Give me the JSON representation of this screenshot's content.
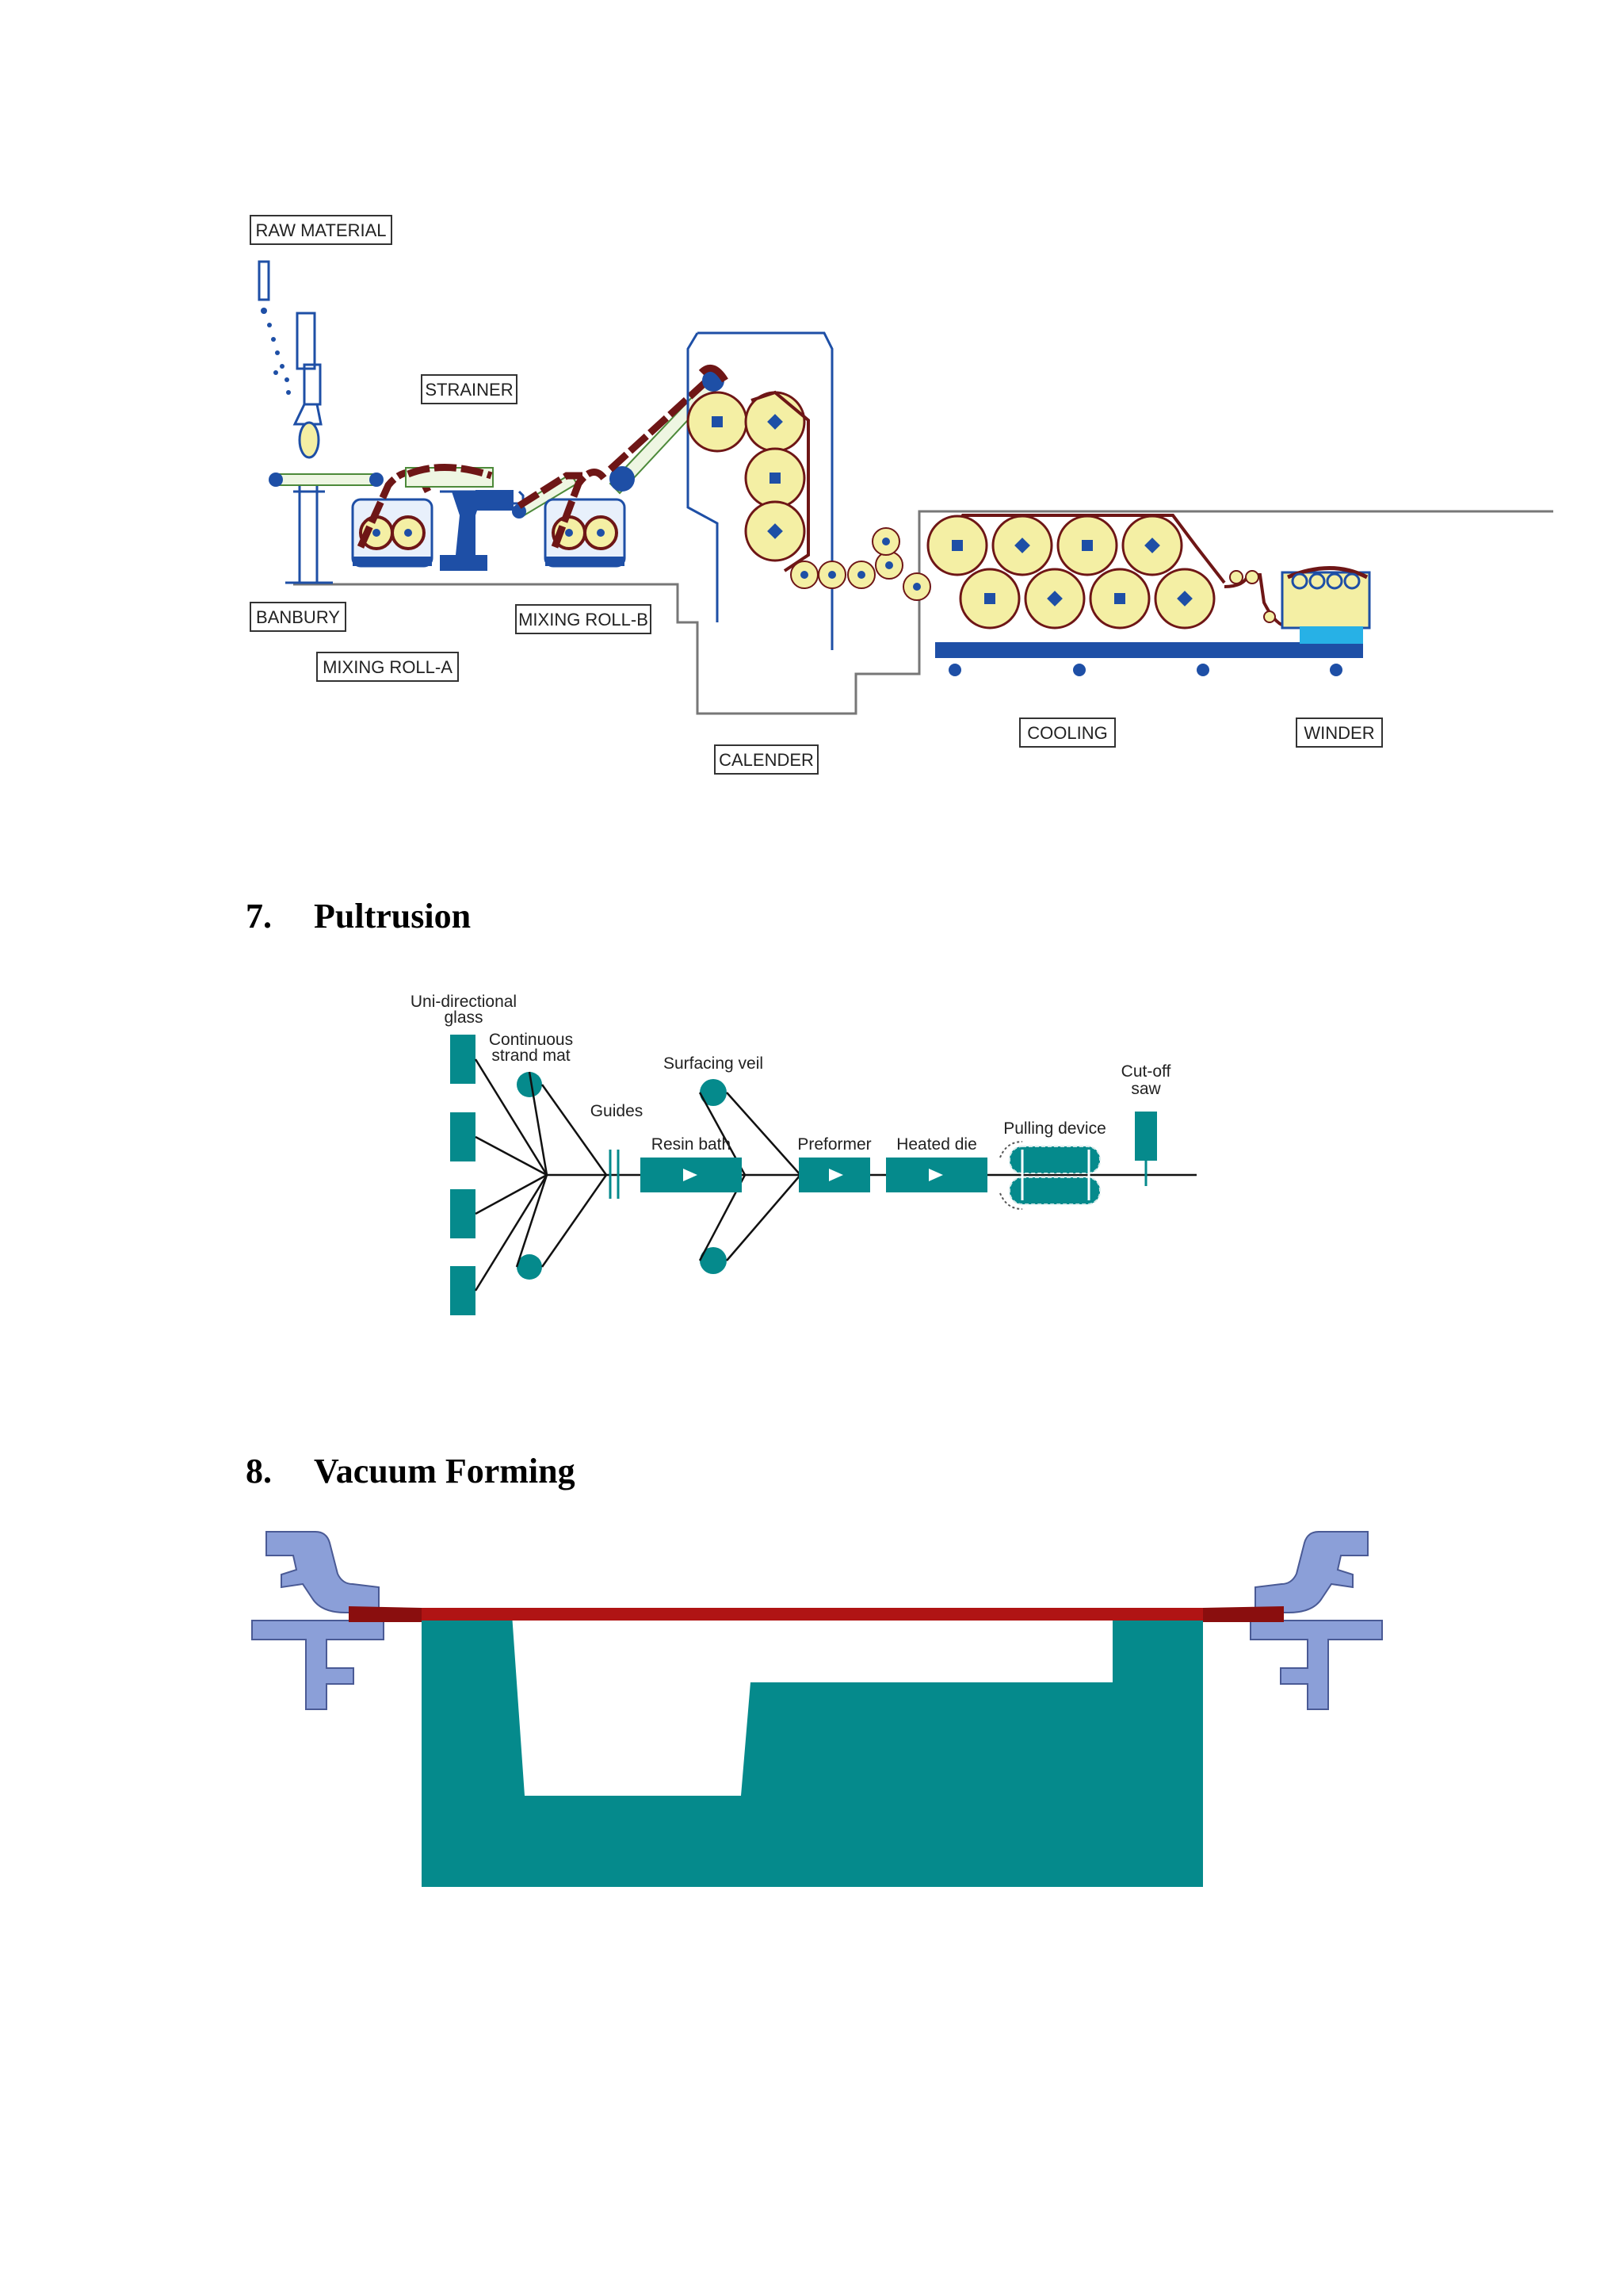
{
  "calendering": {
    "labels": {
      "raw_material": "RAW MATERIAL",
      "strainer": "STRAINER",
      "banbury": "BANBURY",
      "mixing_roll_a": "MIXING ROLL-A",
      "mixing_roll_b": "MIXING ROLL-B",
      "calender": "CALENDER",
      "cooling": "COOLING",
      "winder": "WINDER"
    }
  },
  "sections": [
    {
      "number": "7.",
      "title": "Pultrusion"
    },
    {
      "number": "8.",
      "title": "Vacuum Forming"
    }
  ],
  "pultrusion": {
    "labels": {
      "glass_1": "Uni-directional",
      "glass_2": "glass",
      "mat_1": "Continuous",
      "mat_2": "strand mat",
      "surfacing_veil": "Surfacing veil",
      "guides": "Guides",
      "resin_bath": "Resin bath",
      "preformer": "Preformer",
      "heated_die": "Heated die",
      "pulling_device": "Pulling device",
      "saw_1": "Cut-off",
      "saw_2": "saw"
    }
  },
  "colors": {
    "teal": "#058a8c",
    "navy": "#1e4fa6",
    "roll_yellow": "#f4efa4",
    "clamp_blue": "#8b9fd8",
    "sheet_red": "#b01414",
    "maroon": "#6e1616"
  }
}
